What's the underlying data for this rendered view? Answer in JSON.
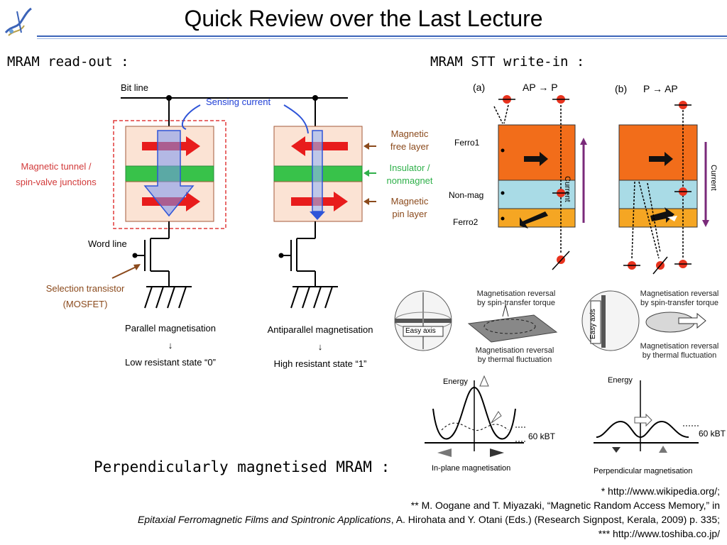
{
  "title": "Quick Review over the Last Lecture",
  "left": {
    "heading": "MRAM read-out :",
    "bit_line": "Bit line",
    "sensing_current": "Sensing current",
    "tunnel_label_1": "Magnetic tunnel /",
    "tunnel_label_2": "spin-valve junctions",
    "free_layer_1": "Magnetic",
    "free_layer_2": "free layer",
    "insulator_1": "Insulator /",
    "insulator_2": "nonmagnet",
    "pin_layer_1": "Magnetic",
    "pin_layer_2": "pin layer",
    "word_line": "Word line",
    "transistor_1": "Selection transistor",
    "transistor_2": "(MOSFET)",
    "parallel": "Parallel magnetisation",
    "antiparallel": "Antiparallel magnetisation",
    "arrow": "↓",
    "low_state": "Low resistant state “0”",
    "high_state": "High resistant state “1”"
  },
  "right": {
    "heading": "MRAM STT write-in :",
    "panel_a": "(a)",
    "panel_a_title": "AP → P",
    "panel_b": "(b)",
    "panel_b_title": "P → AP",
    "ferro1": "Ferro1",
    "nonmag": "Non-mag",
    "ferro2": "Ferro2",
    "current": "Current",
    "easy_axis": "Easy axis",
    "reversal_stt_1": "Magnetisation reversal",
    "reversal_stt_2": "by spin-transfer torque",
    "reversal_th_1": "Magnetisation reversal",
    "reversal_th_2": "by thermal fluctuation",
    "energy": "Energy",
    "barrier": "60 kBT",
    "inplane": "In-plane magnetisation",
    "perpendicular": "Perpendicular magnetisation"
  },
  "perp_heading": "Perpendicularly magnetised MRAM :",
  "refs": {
    "r1": "* http://www.wikipedia.org/;",
    "r2a": "** M. Oogane and T. Miyazaki, “Magnetic Random Access Memory,” in",
    "r3_italic": "Epitaxial Ferromagnetic Films and Spintronic Applications",
    "r3_rest": ", A. Hirohata and Y. Otani (Eds.) (Research Signpost, Kerala, 2009) p. 335;",
    "r4": "*** http://www.toshiba.co.jp/"
  },
  "colors": {
    "accent": "#3b63b8",
    "red": "#d23a3a",
    "brown": "#8b4a1c",
    "green": "#2fb04a",
    "blue": "#1f3fd6",
    "orange": "#f26d1a",
    "lightblue": "#a9dbe6",
    "gold": "#f5a623"
  }
}
